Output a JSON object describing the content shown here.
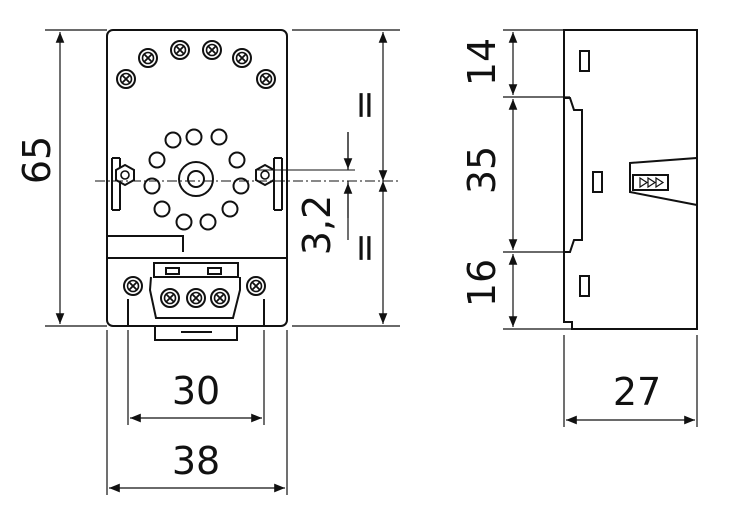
{
  "front_view": {
    "height_label": "65",
    "inner_width_label": "30",
    "outer_width_label": "38",
    "hole_offset_label": "3,2",
    "equal_mark_upper": "=",
    "equal_mark_lower": "="
  },
  "side_view": {
    "top_label": "14",
    "middle_label": "35",
    "bottom_label": "16",
    "depth_label": "27"
  },
  "colors": {
    "line": "#111111",
    "background": "#ffffff"
  }
}
